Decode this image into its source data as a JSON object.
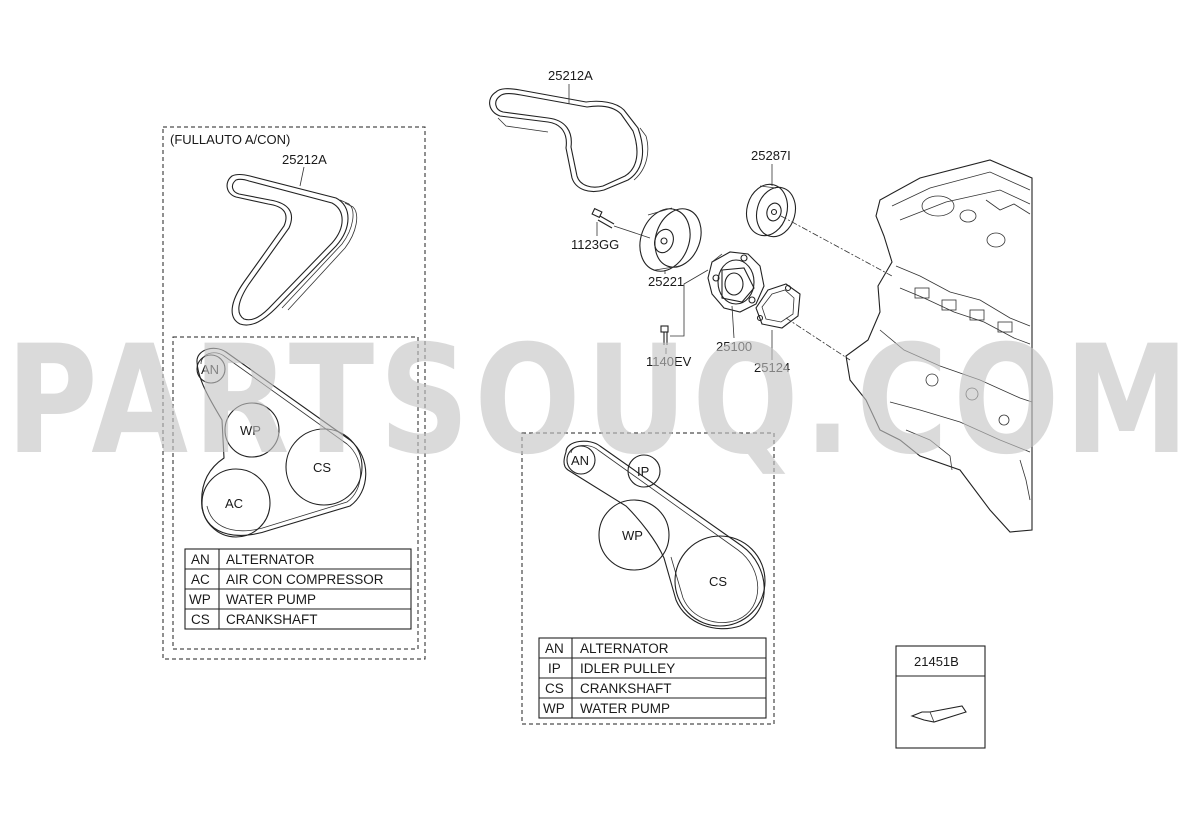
{
  "callouts": {
    "belt_top": "25212A",
    "idler_pulley": "25287I",
    "bolt_1123": "1123GG",
    "tensioner": "25221",
    "bolt_1140": "1140EV",
    "water_pump": "25100",
    "gasket": "25124",
    "sealant": "21451B"
  },
  "panel_full_auto": {
    "caption": "(FULLAUTO A/CON)",
    "belt_label": "25212A",
    "pulleys": {
      "an": "AN",
      "wp": "WP",
      "cs": "CS",
      "ac": "AC"
    },
    "legend": [
      {
        "code": "AN",
        "name": "ALTERNATOR"
      },
      {
        "code": "AC",
        "name": "AIR CON COMPRESSOR"
      },
      {
        "code": "WP",
        "name": "WATER PUMP"
      },
      {
        "code": "CS",
        "name": "CRANKSHAFT"
      }
    ]
  },
  "panel_std": {
    "pulleys": {
      "an": "AN",
      "ip": "IP",
      "wp": "WP",
      "cs": "CS"
    },
    "legend": [
      {
        "code": "AN",
        "name": "ALTERNATOR"
      },
      {
        "code": "IP",
        "name": "IDLER PULLEY"
      },
      {
        "code": "CS",
        "name": "CRANKSHAFT"
      },
      {
        "code": "WP",
        "name": " WATER PUMP"
      }
    ]
  },
  "watermark": "PARTSOUQ.COM"
}
